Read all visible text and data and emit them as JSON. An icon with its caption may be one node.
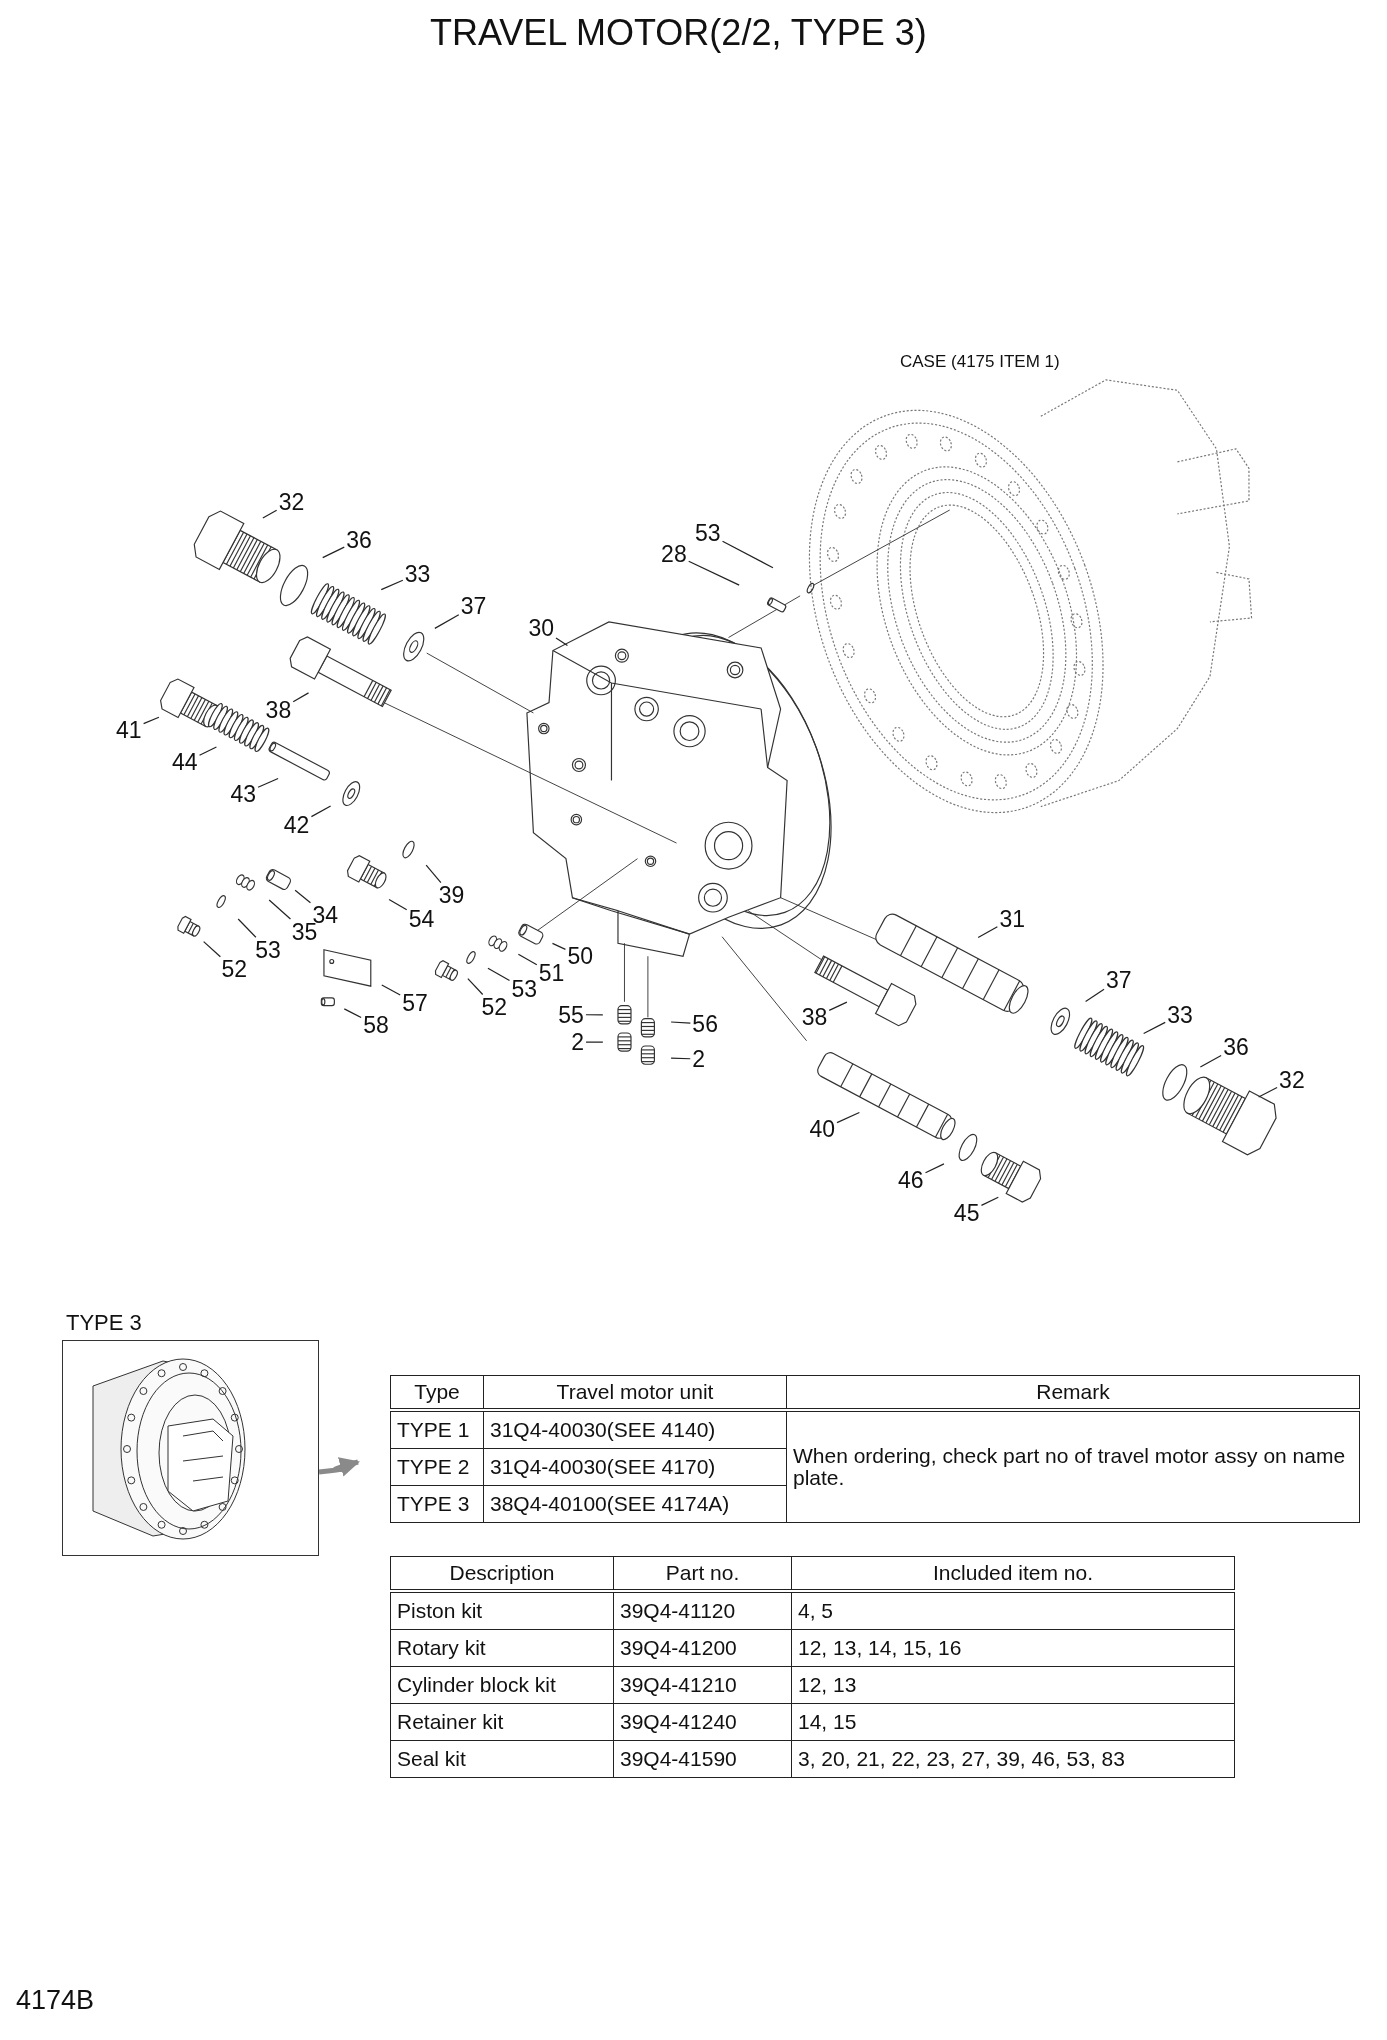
{
  "diagram": {
    "title": "TRAVEL MOTOR(2/2, TYPE 3)",
    "nodes": [
      {
        "text": [
          "32"
        ]
      },
      {
        "text": [
          "36"
        ]
      },
      {
        "text": [
          "33"
        ]
      },
      {
        "text": [
          "37"
        ]
      },
      {
        "text": [
          "30"
        ]
      },
      {
        "text": [
          "53"
        ]
      },
      {
        "text": [
          "28"
        ]
      },
      {
        "text": [
          "38"
        ]
      },
      {
        "text": [
          "41"
        ]
      },
      {
        "text": [
          "44"
        ]
      },
      {
        "text": [
          "43"
        ]
      },
      {
        "text": [
          "42"
        ]
      },
      {
        "text": [
          "39"
        ]
      },
      {
        "text": [
          "54"
        ]
      },
      {
        "text": [
          "34"
        ]
      },
      {
        "text": [
          "35"
        ]
      },
      {
        "text": [
          "53"
        ]
      },
      {
        "text": [
          "52"
        ]
      },
      {
        "text": [
          "50"
        ]
      },
      {
        "text": [
          "51"
        ]
      },
      {
        "text": [
          "53"
        ]
      },
      {
        "text": [
          "52"
        ]
      },
      {
        "text": [
          "57"
        ]
      },
      {
        "text": [
          "58"
        ]
      },
      {
        "text": [
          "55"
        ]
      },
      {
        "text": [
          "2"
        ]
      },
      {
        "text": [
          "56"
        ]
      },
      {
        "text": [
          "2"
        ]
      },
      {
        "text": [
          "31"
        ]
      },
      {
        "text": [
          "37"
        ]
      },
      {
        "text": [
          "33"
        ]
      },
      {
        "text": [
          "36"
        ]
      },
      {
        "text": [
          "32"
        ]
      },
      {
        "text": [
          "38"
        ]
      },
      {
        "text": [
          "40"
        ]
      },
      {
        "text": [
          "46"
        ]
      },
      {
        "text": [
          "45"
        ]
      },
      {
        "text": [],
        "shape": "picture",
        "beside": [
          "TYPE 3"
        ]
      }
    ],
    "edges": [
      {
        "from": 0,
        "to": null,
        "arrow": "none"
      },
      {
        "from": 1,
        "to": null,
        "arrow": "none"
      },
      {
        "from": 2,
        "to": null,
        "arrow": "none"
      },
      {
        "from": 3,
        "to": null,
        "arrow": "none"
      },
      {
        "from": 4,
        "to": null,
        "arrow": "none"
      },
      {
        "from": 5,
        "to": null,
        "arrow": "none"
      },
      {
        "from": 6,
        "to": null,
        "arrow": "none"
      },
      {
        "from": 7,
        "to": null,
        "arrow": "none"
      },
      {
        "from": 8,
        "to": null,
        "arrow": "none"
      },
      {
        "from": 9,
        "to": null,
        "arrow": "none"
      },
      {
        "from": 10,
        "to": null,
        "arrow": "none"
      },
      {
        "from": 11,
        "to": null,
        "arrow": "none"
      },
      {
        "from": 12,
        "to": null,
        "arrow": "none"
      },
      {
        "from": 13,
        "to": null,
        "arrow": "none"
      },
      {
        "from": 14,
        "to": null,
        "arrow": "none"
      },
      {
        "from": 15,
        "to": null,
        "arrow": "none"
      },
      {
        "from": 16,
        "to": null,
        "arrow": "none"
      },
      {
        "from": 17,
        "to": null,
        "arrow": "none"
      },
      {
        "from": 18,
        "to": null,
        "arrow": "none"
      },
      {
        "from": 19,
        "to": null,
        "arrow": "none"
      },
      {
        "from": 20,
        "to": null,
        "arrow": "none"
      },
      {
        "from": 21,
        "to": null,
        "arrow": "none"
      },
      {
        "from": 22,
        "to": null,
        "arrow": "none"
      },
      {
        "from": 23,
        "to": null,
        "arrow": "none"
      },
      {
        "from": 24,
        "to": null,
        "arrow": "none"
      },
      {
        "from": 25,
        "to": null,
        "arrow": "none"
      },
      {
        "from": 26,
        "to": null,
        "arrow": "none"
      },
      {
        "from": 27,
        "to": null,
        "arrow": "none"
      },
      {
        "from": 28,
        "to": null,
        "arrow": "none"
      },
      {
        "from": 29,
        "to": null,
        "arrow": "none"
      },
      {
        "from": 30,
        "to": null,
        "arrow": "none"
      },
      {
        "from": 31,
        "to": null,
        "arrow": "none"
      },
      {
        "from": 32,
        "to": null,
        "arrow": "none"
      },
      {
        "from": 33,
        "to": null,
        "arrow": "none"
      },
      {
        "from": 34,
        "to": null,
        "arrow": "none"
      },
      {
        "from": 35,
        "to": null,
        "arrow": "none"
      },
      {
        "from": 36,
        "to": null,
        "arrow": "none"
      },
      {
        "from": 37,
        "to": null,
        "arrow": "to",
        "style": "thick",
        "color": "#8a8a8a"
      }
    ],
    "labels": [
      "CASE (4175 ITEM 1)",
      "Type",
      "Travel motor unit",
      "Remark",
      "TYPE 1",
      "31Q4-40030(SEE 4140)",
      "When ordering, check part no of travel motor assy on name plate.",
      "TYPE 2",
      "31Q4-40030(SEE 4170)",
      "TYPE 3",
      "38Q4-40100(SEE 4174A)",
      "Description",
      "Part no.",
      "Included item no.",
      "Piston kit",
      "39Q4-41120",
      "4, 5",
      "Rotary kit",
      "39Q4-41200",
      "12, 13, 14, 15, 16",
      "Cylinder block kit",
      "39Q4-41210",
      "12, 13",
      "Retainer kit",
      "39Q4-41240",
      "14, 15",
      "Seal kit",
      "39Q4-41590",
      "3, 20, 21, 22, 23, 27, 39, 46, 53, 83",
      "4174B"
    ]
  }
}
